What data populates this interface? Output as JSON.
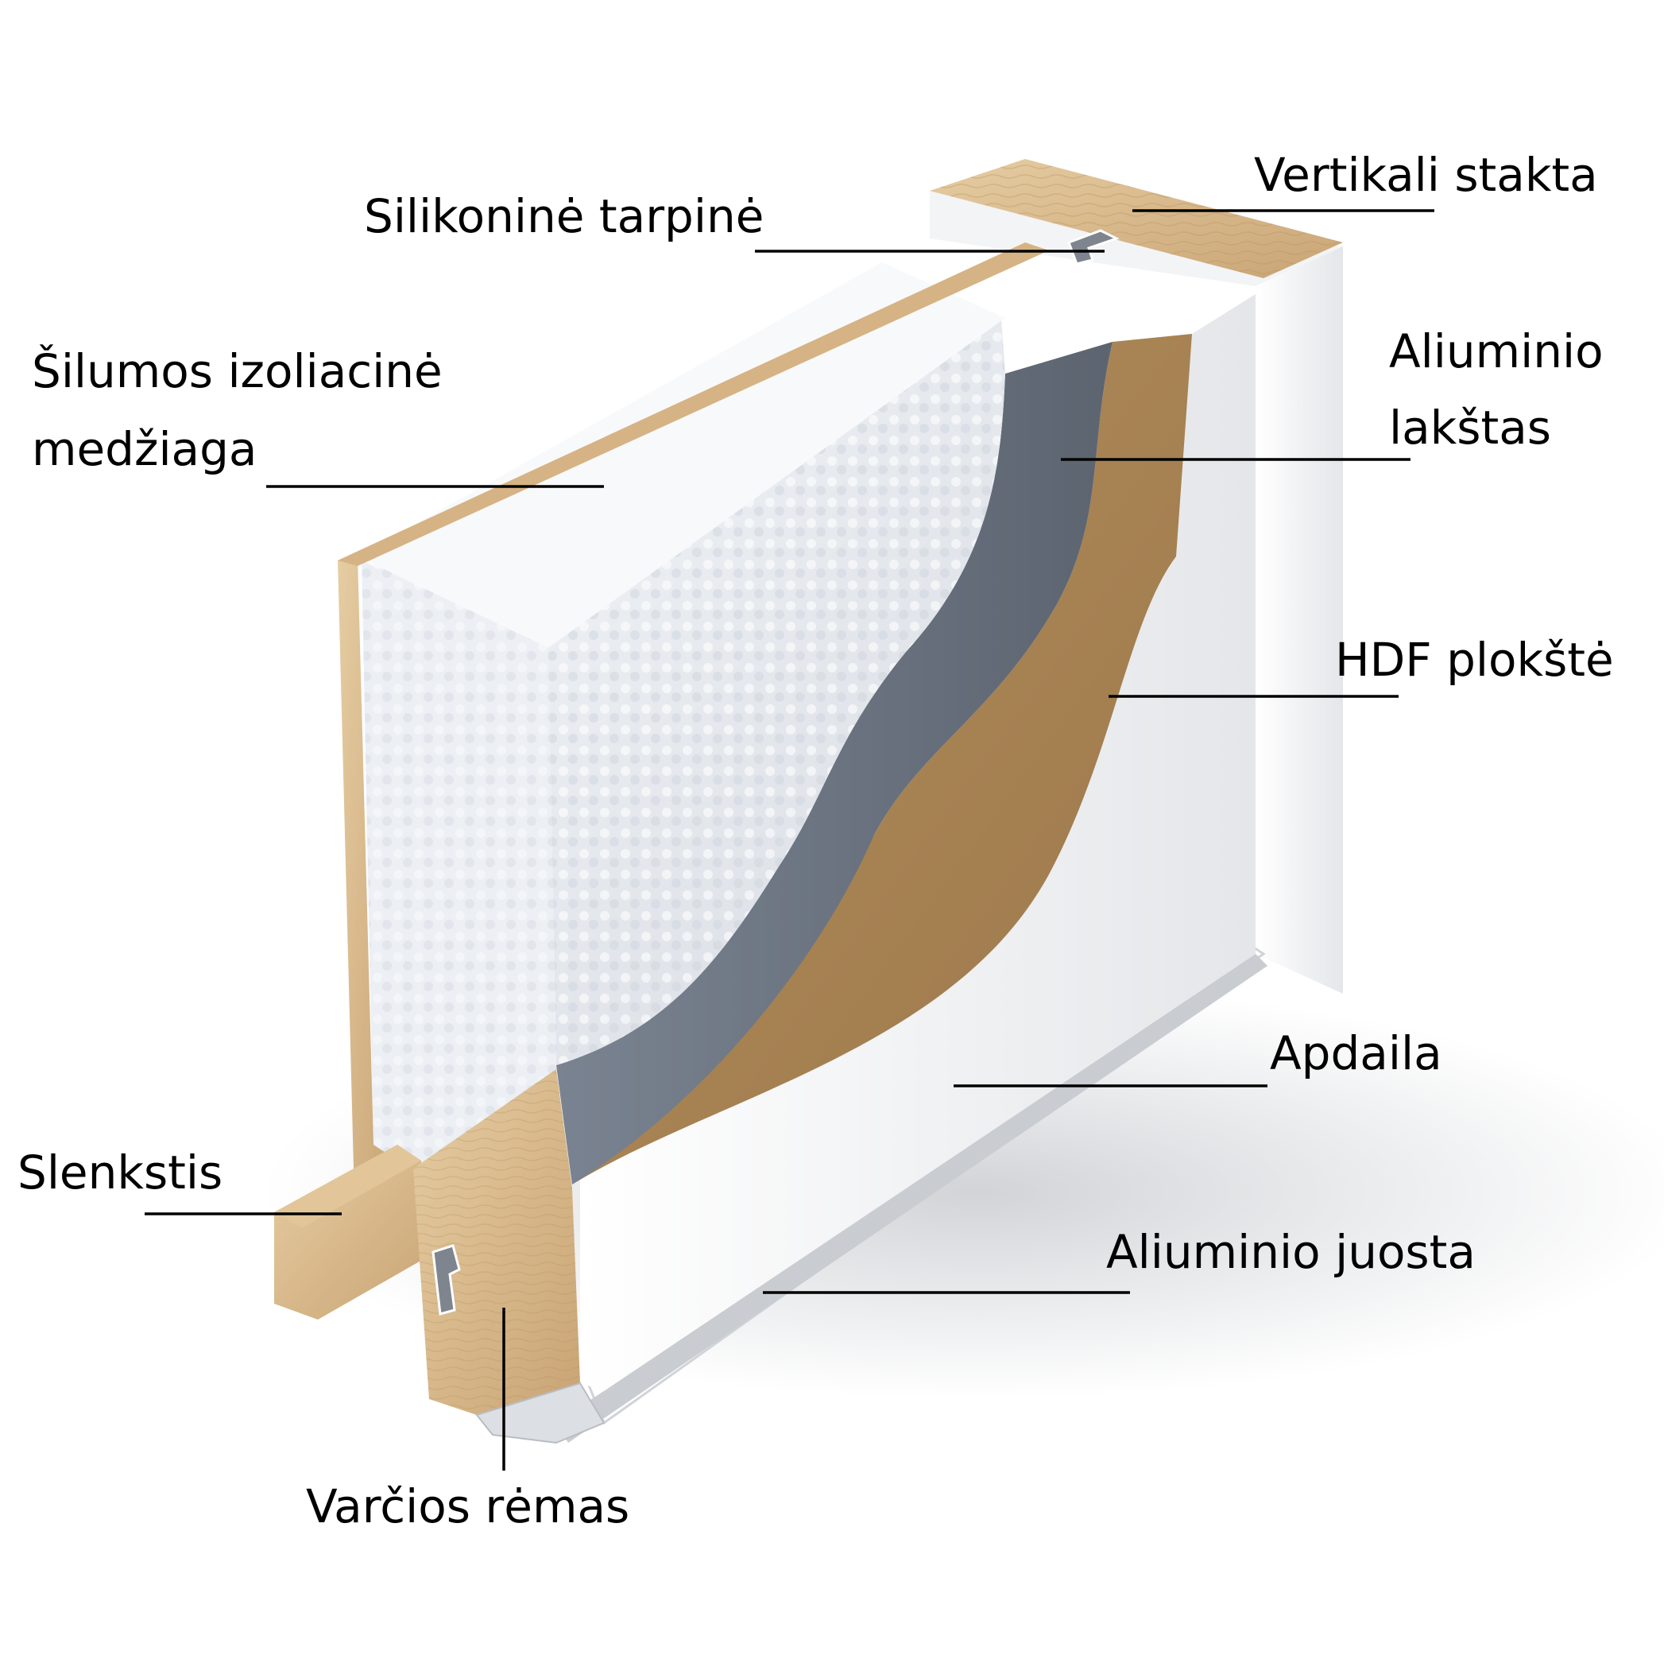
{
  "labels": {
    "vertikali_stakta": "Vertikali stakta",
    "silikonine_tarpine": "Silikoninė tarpinė",
    "silumos_line1": "Šilumos izoliacinė",
    "silumos_line2": "medžiaga",
    "aliuminio_lakstas_line1": "Aliuminio",
    "aliuminio_lakstas_line2": "lakštas",
    "hdf_plokste": "HDF plokštė",
    "apdaila": "Apdaila",
    "slenkstis": "Slenkstis",
    "aliuminio_juosta": "Aliuminio juosta",
    "varcios_remas": "Varčios rėmas"
  },
  "colors": {
    "wood": "#d9b98a",
    "wood_dark": "#b98f5c",
    "foam": "#eef1f5",
    "foil": "#6b7480",
    "hdf": "#a98453",
    "white_panel": "#f7f7f7",
    "leader": "#000000"
  }
}
